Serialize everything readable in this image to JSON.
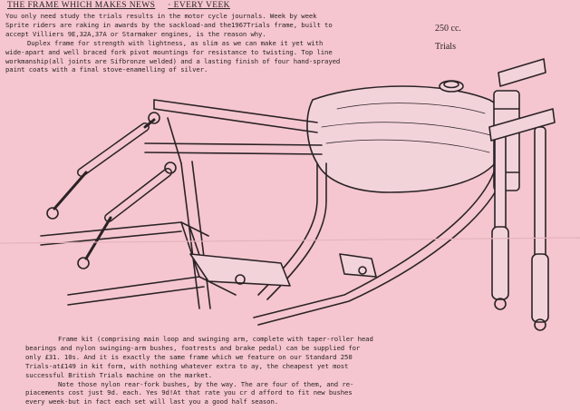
{
  "headline": {
    "title": "THE FRAME WHICH MAKES NEWS",
    "tail": "· EVERY VEEK"
  },
  "spec": {
    "capacity": "250 cc.",
    "model": "Trials"
  },
  "intro_lines": [
    "You only need study the trials results in the motor cycle journals. Week by week",
    "Sprite riders are raking in awards by the sackload-and the1967Trials frame, built to",
    "accept Villiers 9E,32A,37A or Starmaker engines, is the reason why.",
    "Duplex frame for strength with lightness, as slim as we can make it yet with",
    "wide-apart and well braced fork pivot mountings for resistance to twisting. Top line",
    "workmanship(all joints are Sifbronze welded) and a lasting finish of four hand-sprayed",
    "paint coats with a final stove-enamelling of silver."
  ],
  "footer_lines": [
    "Frame kit (comprising main loop and swinging arm, complete with taper-roller head",
    "bearings and nylon swinging-arm bushes, footrests and brake pedal) can be supplied for",
    "only £31. 10s. And it is exactly the same frame which we feature on our Standard 250",
    "Trials-at£149 in kit form, with nothing whatever extra to ay, the cheapest yet most",
    "successful British Trials machine on the market.",
    "Note those nylon rear-fork bushes, by the way. The  are four of them, and re-",
    "piacements cost just 9d. each. Yes 9d!At that rate you cr  d afford to fit new bushes",
    "every week-but in fact each set will last you a good half season."
  ],
  "colors": {
    "paper": "#f5c6cf",
    "ink": "#2a2326",
    "shade": "#6b5a5f"
  }
}
